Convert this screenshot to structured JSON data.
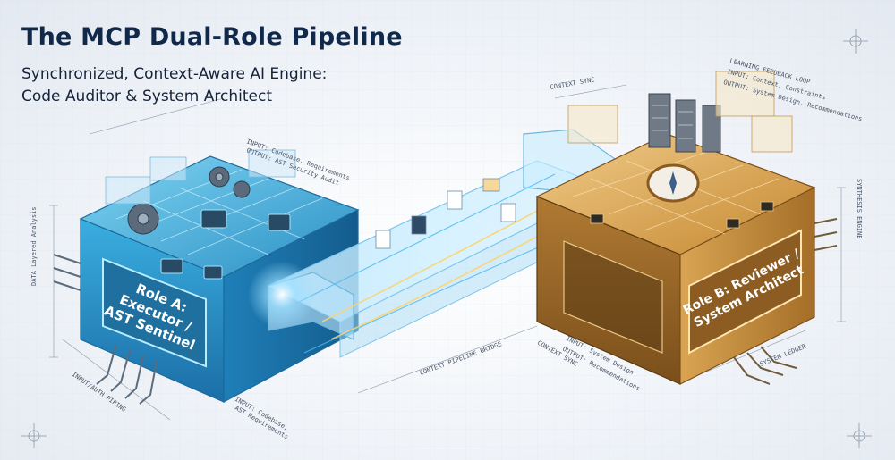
{
  "header": {
    "title": "The MCP Dual-Role Pipeline",
    "subtitle_line1": "Synchronized, Context-Aware AI Engine:",
    "subtitle_line2": "Code Auditor & System Architect"
  },
  "role_a": {
    "label_line1": "Role A:",
    "label_line2": "Executor /",
    "label_line3": "AST Sentinel",
    "input_note_line1": "INPUT: Codebase, Requirements",
    "input_note_line2": "OUTPUT: AST Security Audit",
    "side_label": "DATA Layered Analysis",
    "bottom_label": "INPUT/AUTH PIPING",
    "bottom_note_line1": "INPUT: Codebase,",
    "bottom_note_line2": "AST Requirements"
  },
  "role_b": {
    "label_line1": "Role B: Reviewer /",
    "label_line2": "System Architect",
    "top_note_line1": "LEARNING FEEDBACK LOOP",
    "top_note_line2": "INPUT: Context, Constraints",
    "top_note_line3": "OUTPUT: System Design, Recommendations",
    "side_label": "SYNTHESIS ENGINE",
    "bottom_label": "SYSTEM LEDGER",
    "bottom_note_line1": "INPUT: System Design",
    "bottom_note_line2": "OUTPUT: Recommendations"
  },
  "bridge": {
    "top_label": "CONTEXT SYNC",
    "bottom_label": "CONTEXT PIPELINE BRIDGE",
    "sync_label": "CONTEXT SYNC"
  },
  "colors": {
    "role_a": "#2f9fd6",
    "role_b": "#d39a45",
    "title": "#10294a",
    "pipe": "#7fd0f5"
  }
}
